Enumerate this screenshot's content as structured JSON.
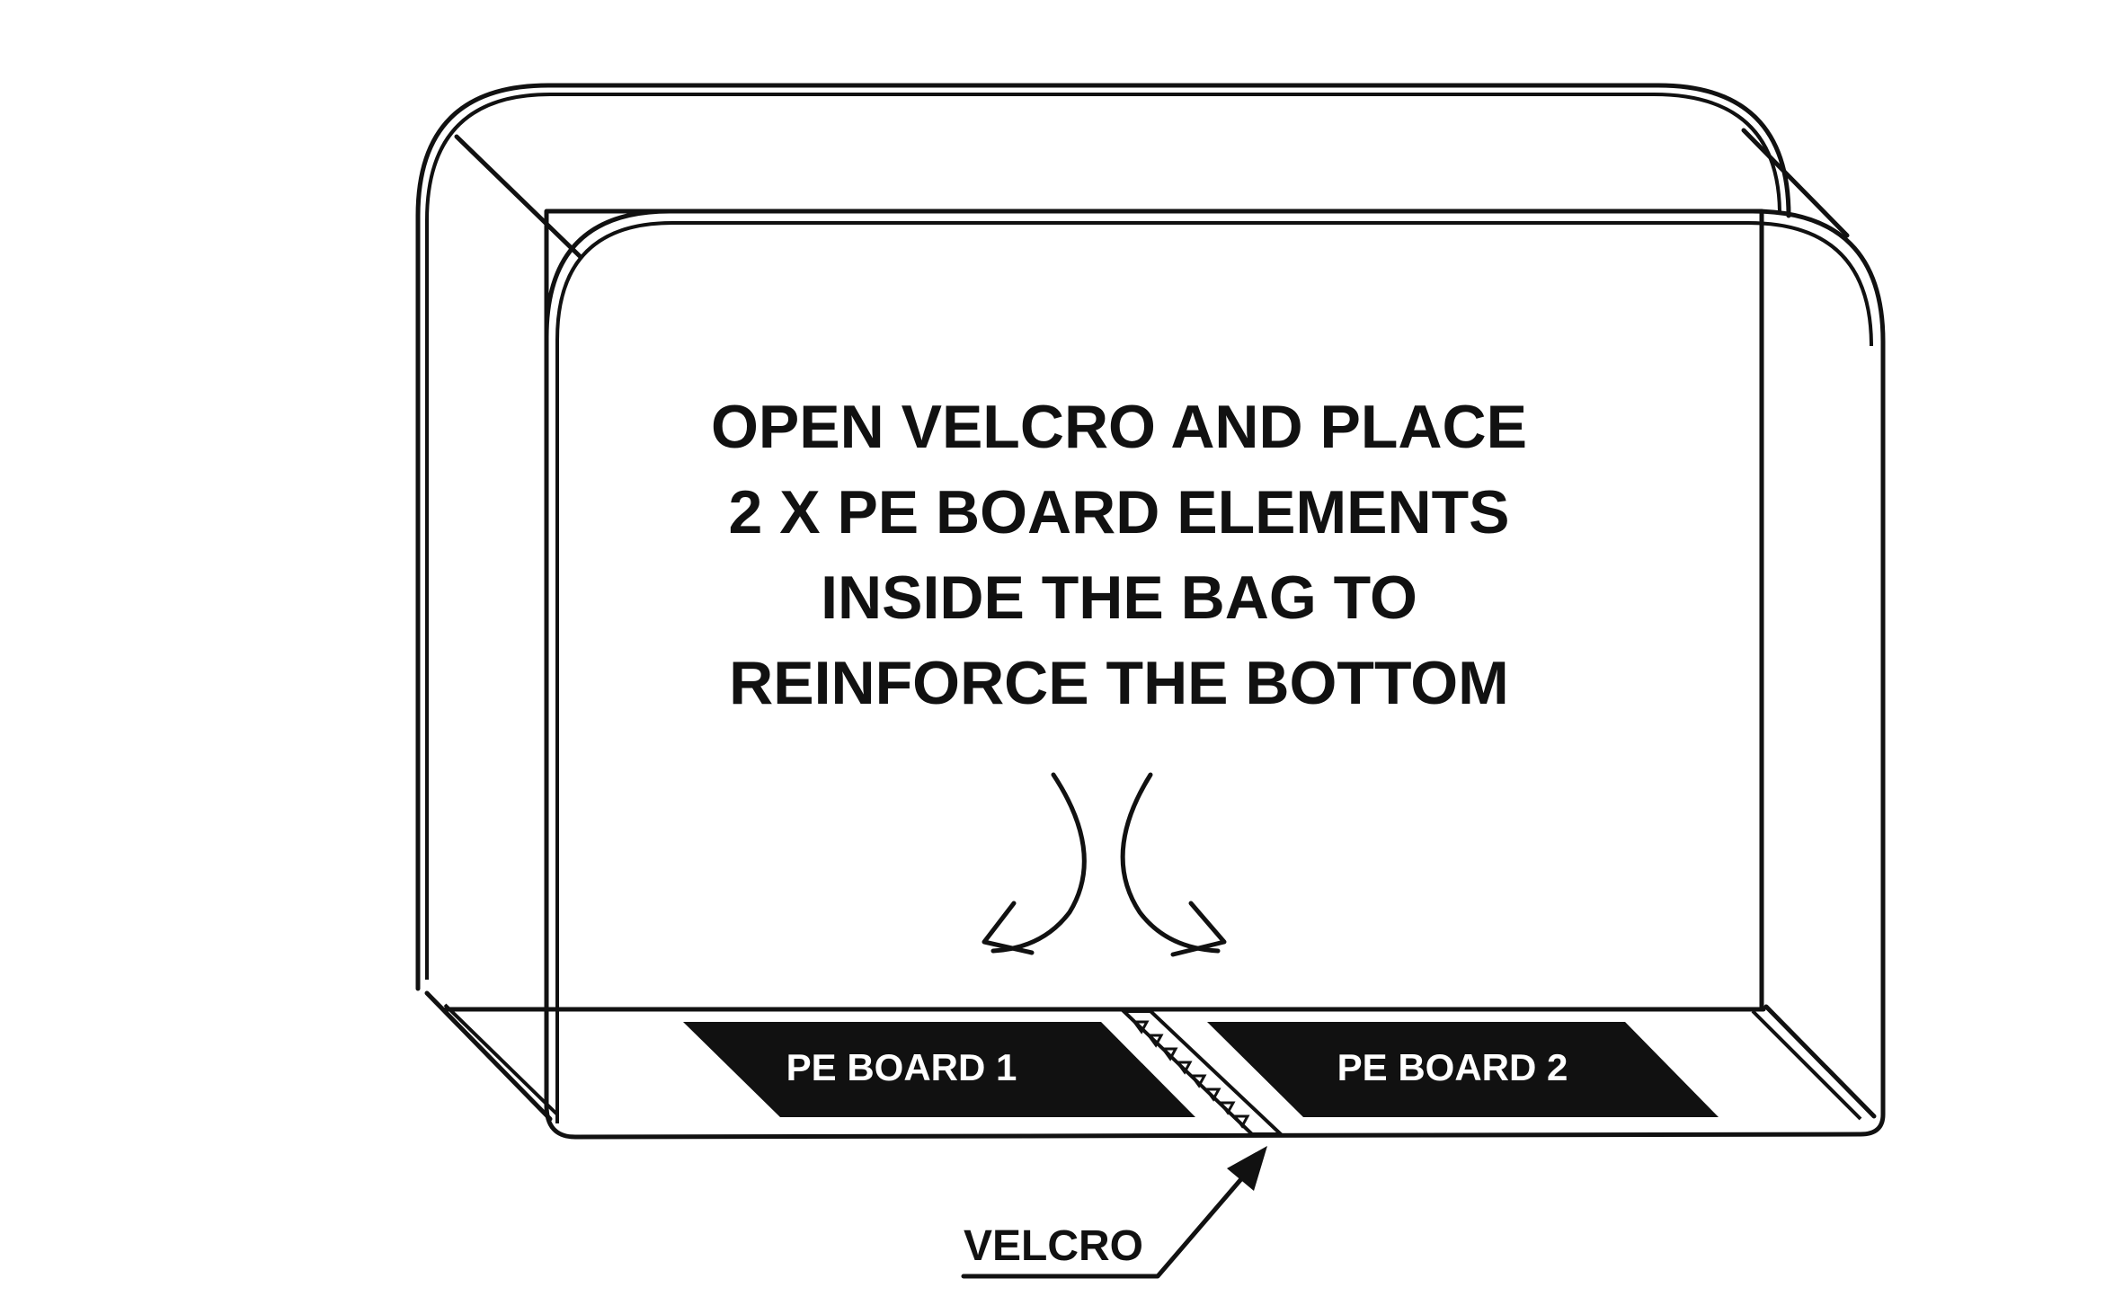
{
  "instruction": {
    "line1": "OPEN VELCRO AND PLACE",
    "line2": "2 X PE BOARD ELEMENTS",
    "line3": "INSIDE THE BAG TO",
    "line4": "REINFORCE THE BOTTOM"
  },
  "boards": [
    {
      "label": "PE BOARD 1"
    },
    {
      "label": "PE BOARD 2"
    }
  ],
  "velcro": {
    "label": "VELCRO"
  },
  "colors": {
    "stroke": "#111111",
    "board_fill": "#111111",
    "board_text": "#ffffff",
    "background": "#ffffff"
  },
  "icons": [
    "curved-arrow-left-icon",
    "curved-arrow-right-icon",
    "pointer-arrow-icon"
  ]
}
